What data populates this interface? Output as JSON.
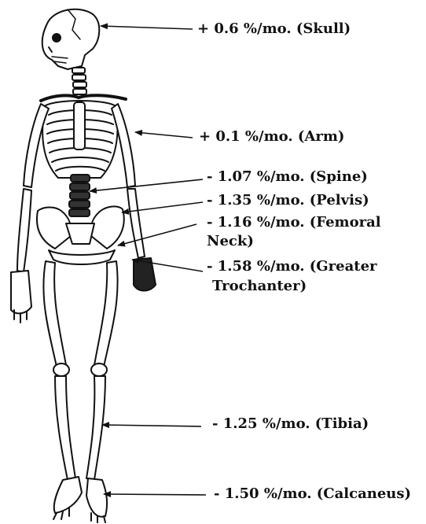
{
  "labels": {
    "skull": "+ 0.6 %/mo. (Skull)",
    "arm": "+ 0.1 %/mo. (Arm)",
    "spine": "- 1.07 %/mo. (Spine)",
    "pelvis": "- 1.35 %/mo. (Pelvis)",
    "femoral_neck_line1": "- 1.16 %/mo. (Femoral",
    "femoral_neck_line2": "Neck)",
    "greater_trochanter_line1": "- 1.58 %/mo. (Greater",
    "greater_trochanter_line2": "Trochanter)",
    "tibia": "- 1.25 %/mo. (Tibia)",
    "calcaneus": "- 1.50 %/mo. (Calcaneus)"
  },
  "colors": {
    "ink": "#111111",
    "bone": "#ffffff"
  }
}
